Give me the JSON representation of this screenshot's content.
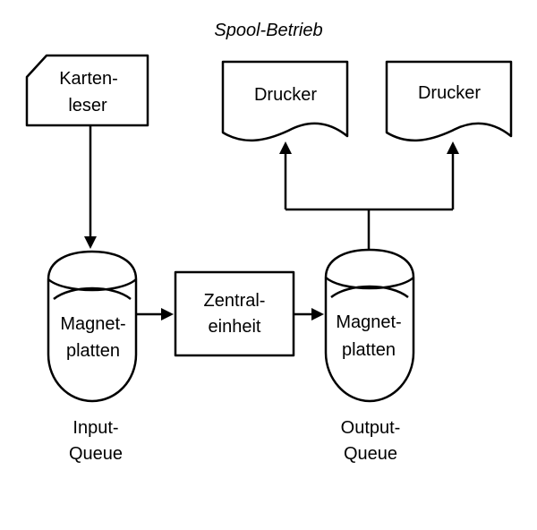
{
  "title": "Spool-Betrieb",
  "nodes": {
    "card_reader": {
      "lines": [
        "Karten-",
        "leser"
      ]
    },
    "printer_left": {
      "label": "Drucker"
    },
    "printer_right": {
      "label": "Drucker"
    },
    "disk_input": {
      "lines": [
        "Magnet-",
        "platten"
      ]
    },
    "cpu": {
      "lines": [
        "Zentral-",
        "einheit"
      ]
    },
    "disk_output": {
      "lines": [
        "Magnet-",
        "platten"
      ]
    }
  },
  "captions": {
    "input_queue": [
      "Input-",
      "Queue"
    ],
    "output_queue": [
      "Output-",
      "Queue"
    ]
  }
}
